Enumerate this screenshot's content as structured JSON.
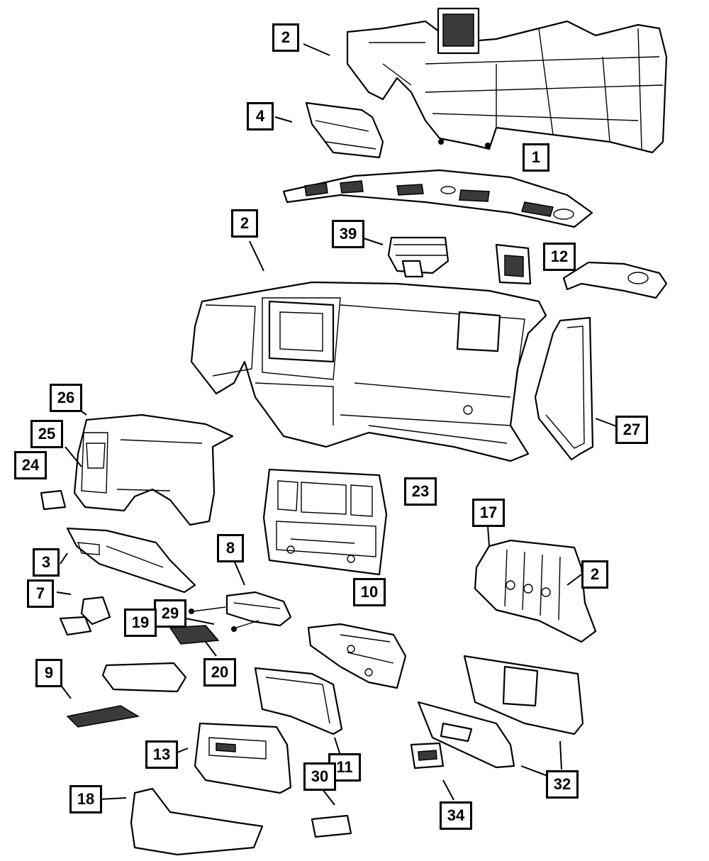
{
  "callouts": [
    {
      "id": "c-2a",
      "label": "2"
    },
    {
      "id": "c-4",
      "label": "4"
    },
    {
      "id": "c-1",
      "label": "1"
    },
    {
      "id": "c-2b",
      "label": "2"
    },
    {
      "id": "c-39",
      "label": "39"
    },
    {
      "id": "c-12",
      "label": "12"
    },
    {
      "id": "c-26",
      "label": "26"
    },
    {
      "id": "c-25",
      "label": "25"
    },
    {
      "id": "c-24",
      "label": "24"
    },
    {
      "id": "c-27",
      "label": "27"
    },
    {
      "id": "c-23",
      "label": "23"
    },
    {
      "id": "c-17",
      "label": "17"
    },
    {
      "id": "c-8",
      "label": "8"
    },
    {
      "id": "c-3",
      "label": "3"
    },
    {
      "id": "c-2c",
      "label": "2"
    },
    {
      "id": "c-7",
      "label": "7"
    },
    {
      "id": "c-10",
      "label": "10"
    },
    {
      "id": "c-29",
      "label": "29"
    },
    {
      "id": "c-19",
      "label": "19"
    },
    {
      "id": "c-20",
      "label": "20"
    },
    {
      "id": "c-9",
      "label": "9"
    },
    {
      "id": "c-13",
      "label": "13"
    },
    {
      "id": "c-11",
      "label": "11"
    },
    {
      "id": "c-30",
      "label": "30"
    },
    {
      "id": "c-32",
      "label": "32"
    },
    {
      "id": "c-18",
      "label": "18"
    },
    {
      "id": "c-34",
      "label": "34"
    }
  ],
  "colors": {
    "line": "#000000",
    "background": "#ffffff",
    "grille": "#3a3a3a"
  }
}
